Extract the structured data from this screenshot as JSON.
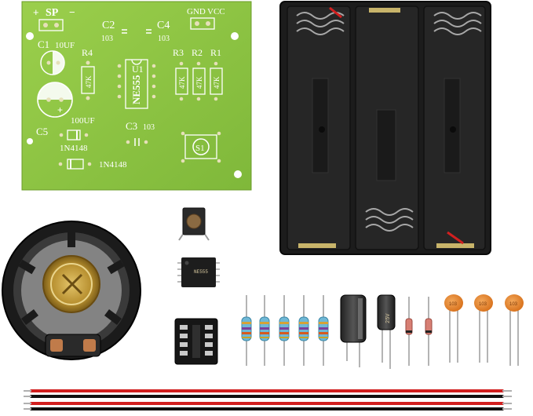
{
  "pcb": {
    "sp_label": "SP",
    "plus_sign": "+",
    "minus_sign": "−",
    "c2_label": "C2",
    "c2_value": "103",
    "c4_label": "C4",
    "c4_value": "103",
    "gnd_label": "GND",
    "vcc_label": "VCC",
    "c1_label": "C1",
    "c1_value": "10UF",
    "r4_label": "R4",
    "r4_value": "47K",
    "u1_label": "U1",
    "u1_chip": "NE555",
    "r3_label": "R3",
    "r2_label": "R2",
    "r1_label": "R1",
    "r_value": "47K",
    "c5_label": "C5",
    "c5_value": "100UF",
    "c3_label": "C3",
    "c3_value": "103",
    "d1_label": "1N4148",
    "d2_label": "1N4148",
    "s1_label": "S1"
  },
  "parts": {
    "electrolytic_small_label": "25V",
    "ceramic_cap_label": "103"
  },
  "colors": {
    "pcb_green": "#8fc444",
    "pcb_dark": "#6fa62f",
    "battery_black": "#1e1e1e",
    "wire_red": "#d21f1f",
    "wire_black": "#111111",
    "ceramic_orange": "#e3832b",
    "resistor_blue": "#6fb8d6"
  }
}
